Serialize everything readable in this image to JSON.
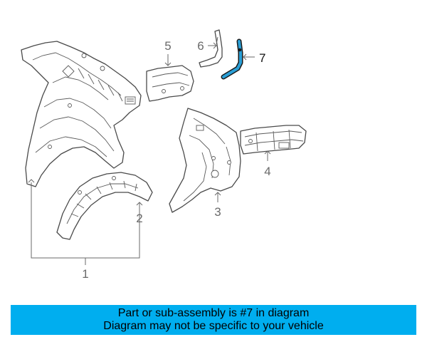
{
  "diagram": {
    "callouts": {
      "c1": "1",
      "c2": "2",
      "c3": "3",
      "c4": "4",
      "c5": "5",
      "c6": "6",
      "c7": "7"
    },
    "highlight_part": "7",
    "highlight_color": "#2a9fd6",
    "line_color": "#4a4a4a"
  },
  "banner": {
    "line1": "Part or sub-assembly is #7 in diagram",
    "line2": "Diagram may not be specific to your vehicle",
    "background": "#00aeef"
  }
}
